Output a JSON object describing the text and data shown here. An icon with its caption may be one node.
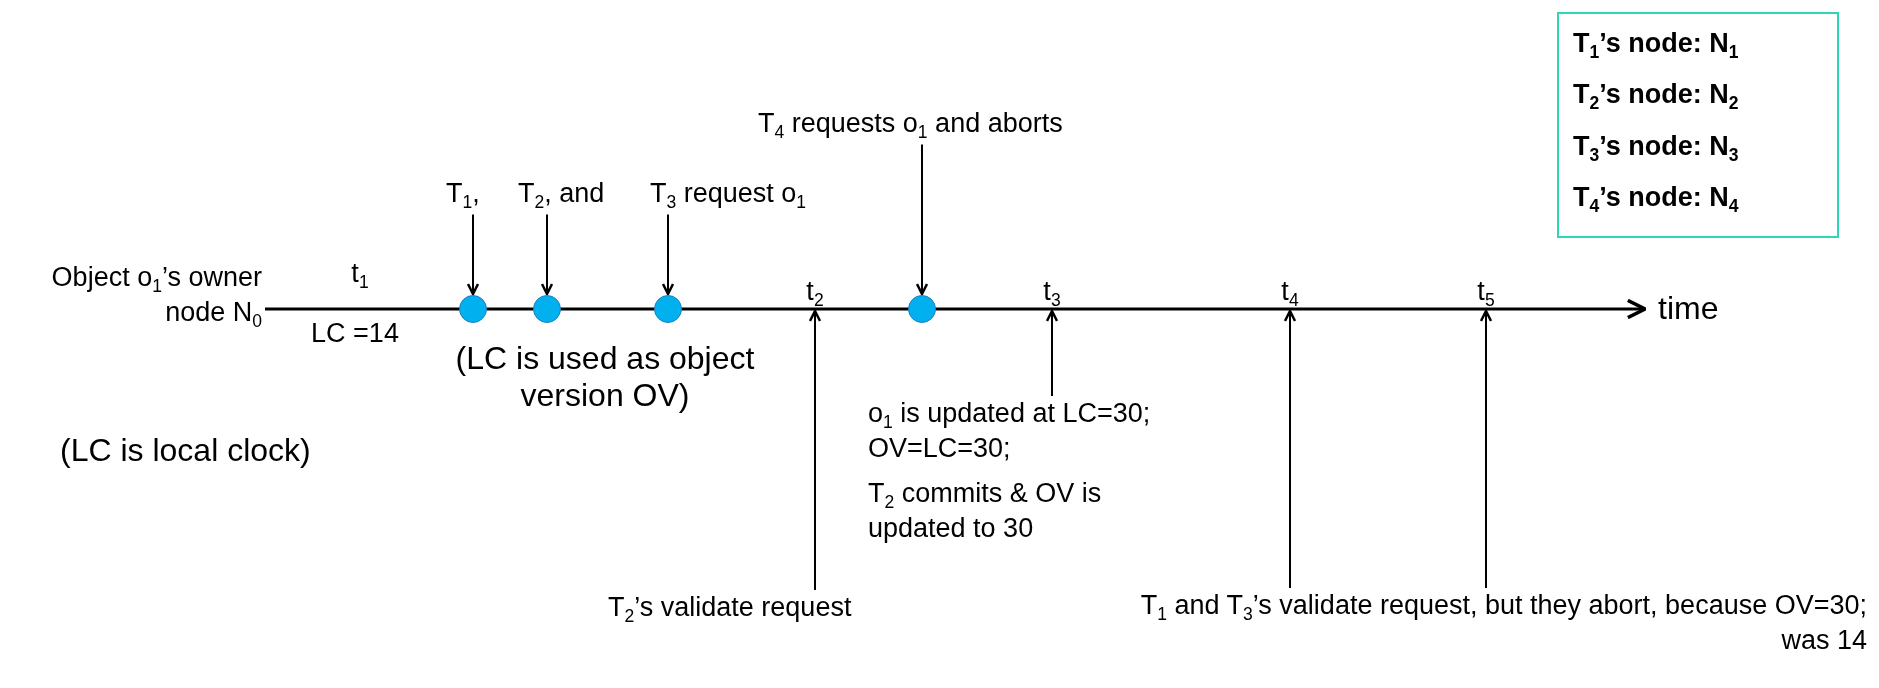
{
  "diagram": {
    "nodes": [
      {
        "text": [
          "T$_{1}$,"
        ]
      },
      {
        "text": [
          "T$_{2}$, and"
        ]
      },
      {
        "text": [
          "T$_{3}$ request o$_{1}$"
        ]
      },
      {
        "text": [
          "T$_{4}$ requests o$_{1}$ and aborts"
        ]
      },
      {
        "text": [],
        "shape": "circle"
      },
      {
        "text": [],
        "shape": "circle"
      },
      {
        "text": [],
        "shape": "circle"
      },
      {
        "text": [],
        "shape": "circle"
      },
      {
        "text": [
          "t$_{2}$"
        ]
      },
      {
        "text": [
          "t$_{3}$"
        ]
      },
      {
        "text": [
          "t$_{4}$"
        ]
      },
      {
        "text": [
          "t$_{5}$"
        ]
      },
      {
        "text": [
          "o$_{1}$ is updated at LC=30; OV=LC=30;"
        ]
      },
      {
        "text": [
          "T$_{2}$’s validate request"
        ]
      },
      {
        "text": [
          "T$_{1}$ and T$_{3}$’s validate request, but they abort, because OV=30; was 14"
        ]
      },
      {
        "text": [
          "T$_{1}$’s node: N$_{1}$",
          "T$_{2}$’s node: N$_{2}$",
          "T$_{3}$’s node: N$_{3}$",
          "T$_{4}$’s node: N$_{4}$"
        ]
      }
    ],
    "edges": [
      {
        "from": 0,
        "to": 4,
        "arrow": "to"
      },
      {
        "from": 1,
        "to": 5,
        "arrow": "to"
      },
      {
        "from": 2,
        "to": 6,
        "arrow": "to"
      },
      {
        "from": 3,
        "to": 7,
        "arrow": "to"
      },
      {
        "from": 13,
        "to": 8,
        "arrow": "to"
      },
      {
        "from": 12,
        "to": 9,
        "arrow": "to"
      },
      {
        "from": 14,
        "to": 10,
        "arrow": "to"
      },
      {
        "from": 14,
        "to": 11,
        "arrow": "to"
      }
    ],
    "labels": [
      "Object o$_{1}$’s owner node N$_{0}$",
      "t$_{1}$",
      "LC =14",
      "(LC is used as object version OV)",
      "(LC is local clock)",
      "T$_{2}$ commits & OV is updated to 30",
      "time"
    ]
  }
}
